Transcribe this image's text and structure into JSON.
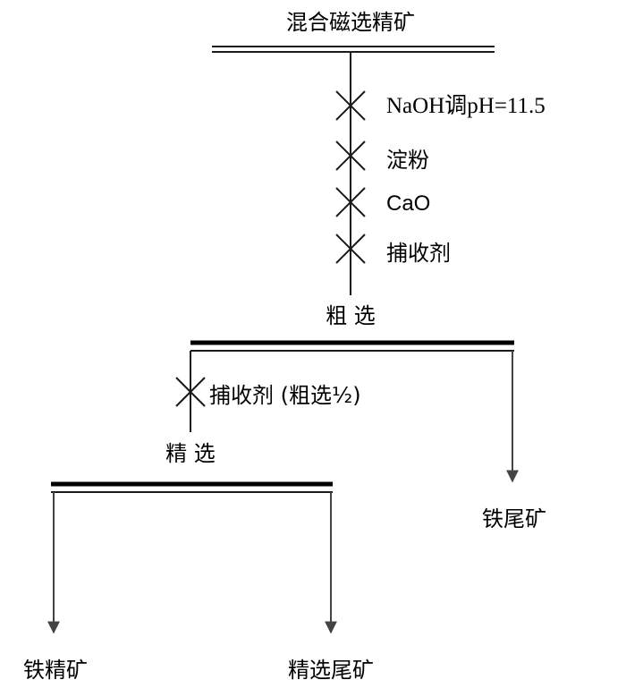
{
  "diagram": {
    "feed_label": "混合磁选精矿",
    "reagents": [
      {
        "id": "naoh",
        "label": "NaOH调pH=11.5"
      },
      {
        "id": "starch",
        "label": "淀粉"
      },
      {
        "id": "cao",
        "label": "CaO"
      },
      {
        "id": "collector",
        "label": "捕收剂"
      }
    ],
    "rougher_label": "粗 选",
    "cleaner_reagent_label": "捕收剂 (粗选½)",
    "cleaner_label": "精 选",
    "rougher_tailings_label": "铁尾矿",
    "iron_concentrate_label": "铁精矿",
    "cleaner_tailings_label": "精选尾矿",
    "colors": {
      "line": "#1a1a1a",
      "text": "#000000"
    }
  }
}
